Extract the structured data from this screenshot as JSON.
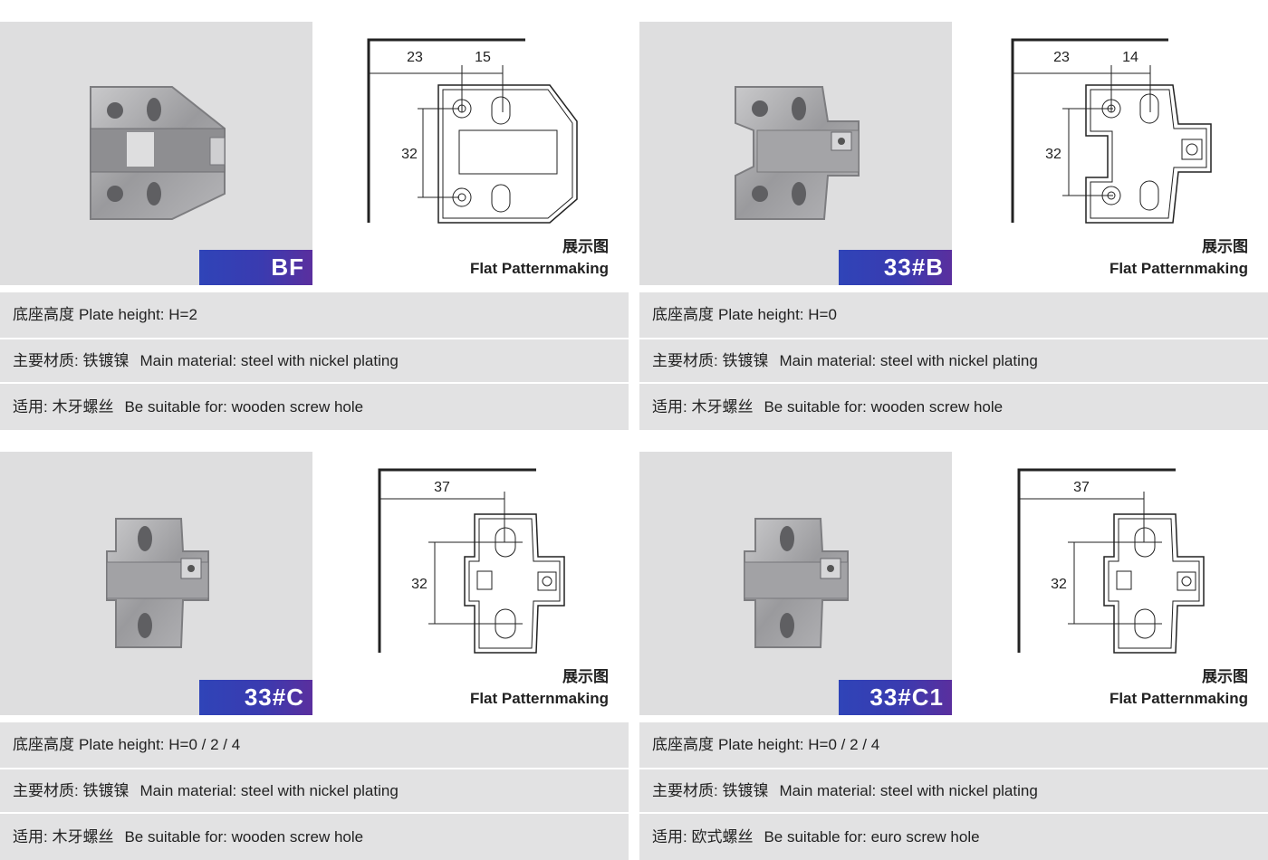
{
  "caption_cn": "展示图",
  "caption_en": "Flat Patternmaking",
  "cards": [
    {
      "model": "BF",
      "dims": [
        "23",
        "15",
        "32"
      ],
      "specs": [
        {
          "cn": "底座高度",
          "en": "Plate height: H=2"
        },
        {
          "cn": "主要材质: 铁镀镍",
          "en": "Main material: steel with nickel plating"
        },
        {
          "cn": "适用: 木牙螺丝",
          "en": "Be suitable for: wooden screw hole"
        }
      ]
    },
    {
      "model": "33#B",
      "dims": [
        "23",
        "14",
        "32"
      ],
      "specs": [
        {
          "cn": "底座高度",
          "en": "Plate height: H=0"
        },
        {
          "cn": "主要材质: 铁镀镍",
          "en": "Main material: steel with nickel plating"
        },
        {
          "cn": "适用: 木牙螺丝",
          "en": "Be suitable for: wooden screw hole"
        }
      ]
    },
    {
      "model": "33#C",
      "dims": [
        "37",
        "32"
      ],
      "specs": [
        {
          "cn": "底座高度",
          "en": "Plate height: H=0 / 2 / 4"
        },
        {
          "cn": "主要材质: 铁镀镍",
          "en": "Main material: steel with nickel plating"
        },
        {
          "cn": "适用: 木牙螺丝",
          "en": "Be suitable for: wooden screw hole"
        }
      ]
    },
    {
      "model": "33#C1",
      "dims": [
        "37",
        "32"
      ],
      "specs": [
        {
          "cn": "底座高度",
          "en": "Plate height: H=0 / 2 / 4"
        },
        {
          "cn": "主要材质: 铁镀镍",
          "en": "Main material: steel with nickel plating"
        },
        {
          "cn": "适用: 欧式螺丝",
          "en": "Be suitable for: euro screw hole"
        }
      ]
    }
  ]
}
